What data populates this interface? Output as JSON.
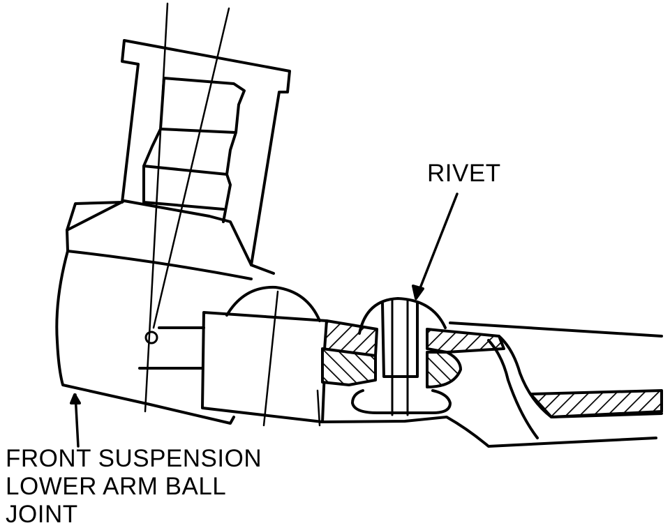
{
  "labels": {
    "rivet": "RIVET",
    "ball_joint": {
      "line1": "FRONT SUSPENSION",
      "line2": "LOWER ARM BALL",
      "line3": "JOINT"
    }
  },
  "colors": {
    "ink": "#000000",
    "paper": "#ffffff"
  }
}
